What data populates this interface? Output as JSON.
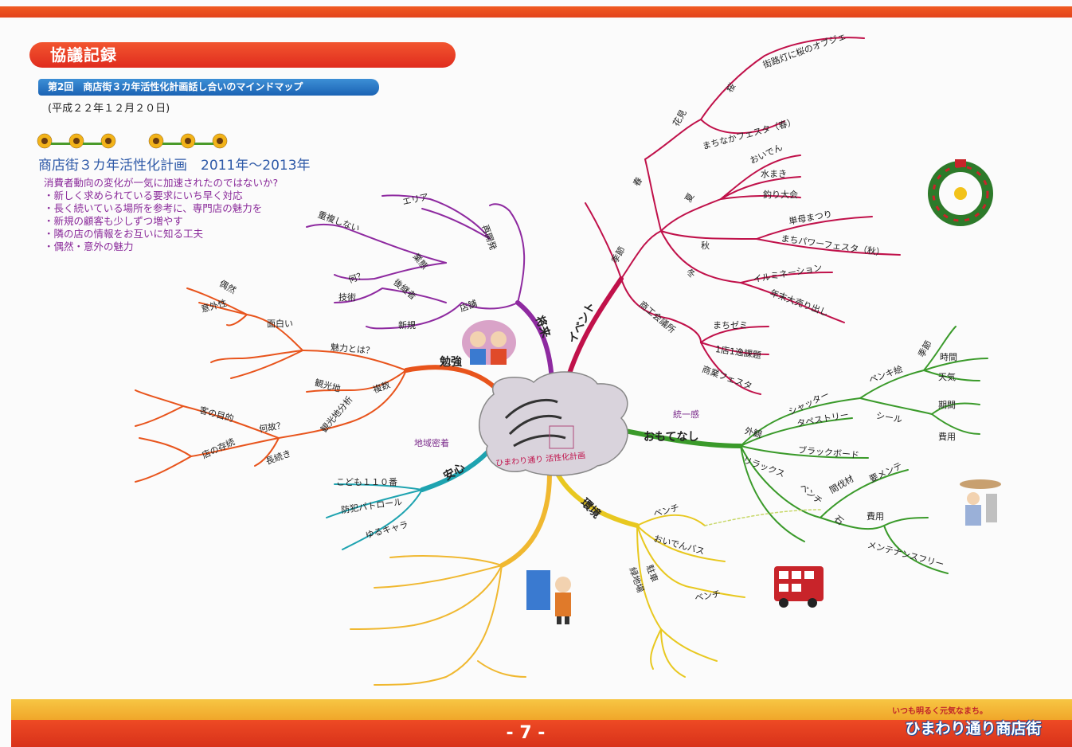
{
  "header": {
    "title": "協議記録",
    "subtitle": "第2回　商店街３カ年活性化計画話し合いのマインドマップ",
    "date": "(平成２２年１２月２０日)"
  },
  "plan": {
    "title": "商店街３カ年活性化計画　2011年〜2013年",
    "lines": [
      "消費者動向の変化が一気に加速されたのではないか?",
      "・新しく求められている要求にいち早く対応",
      "・長く続いている場所を参考に、専門店の魅力を",
      "・新規の顧客も少しずつ増やす",
      "・隣の店の情報をお互いに知る工夫",
      "・偶然・意外の魅力"
    ]
  },
  "mindmap": {
    "center": "ひまわり通り 活性化計画",
    "branches": {
      "event": "イベント",
      "future": "将来",
      "study": "勉強",
      "omotenashi": "おもてなし",
      "anshin": "安心",
      "kankyo": "環境"
    },
    "labels": {
      "sakura_obj": "街路灯に桜のオブジェ",
      "sakura": "桜",
      "hanami": "花見",
      "haru": "春",
      "machibi_fes": "まちなかフェスタ（春）",
      "oiden": "おいでん",
      "mizumaki": "水まき",
      "tsuri": "釣り大会",
      "natsu": "夏",
      "kisetsu": "季節",
      "aki": "秋",
      "tanbo": "単母まつり",
      "machi_power": "まちパワーフェスタ（秋）",
      "fuyu": "冬",
      "illumi": "イルミネーション",
      "nenmatsu": "年末大売り出し",
      "shokokai": "商工会議所",
      "machizemi": "まちゼミ",
      "ichiten": "1店1逸課題",
      "shokai_fes": "商業フェスタ",
      "area": "エリア",
      "kaihatsu": "再開発",
      "chofuku": "重複しない",
      "gyotai": "業態",
      "nani": "何？",
      "koukeisha": "後継者",
      "gijutsu": "技術",
      "tenpo": "店舗",
      "shinki": "新規",
      "guuzen": "偶然",
      "igaisei": "意外性",
      "omoshiroi": "面白い",
      "miryoku": "魅力とは？",
      "kankochi": "観光地",
      "fukusu": "複数",
      "kankochi_bunseki": "観光地分析",
      "kyaku_mokuteki": "客の目的",
      "naze": "何故？",
      "mise_sonzoku": "店の存続",
      "nagatsuzuki": "長続き",
      "chiiki_mitchaku": "地域密着",
      "kodomo": "こども１１０番",
      "bohan": "防犯パトロール",
      "yurukyara": "ゆるキャラ",
      "toitsukan": "統一感",
      "shutter": "シャッター",
      "penki": "ペンキ絵",
      "kisetsu2": "季節",
      "jikan": "時間",
      "tenki": "天気",
      "tapestry": "タペストリー",
      "seal": "シール",
      "kikan": "期間",
      "hiyou": "費用",
      "blackboard": "ブラックボード",
      "gaikan": "外観",
      "relax": "リラックス",
      "bench": "ベンチ",
      "kanbatsu": "間伐材",
      "maintenance": "要メンテ",
      "ishi": "石",
      "hiyou2": "費用",
      "mainte_free": "メンテナンスフリー",
      "bench2": "ベンチ",
      "oiden_bus": "おいでんバス",
      "chusha": "駐車",
      "ryokuchi": "緑地場",
      "bench3": "ベンチ"
    }
  },
  "footer": {
    "page": "- 7 -",
    "brand": "ひまわり通り商店街",
    "tagline": "いつも明るく元気なまち。"
  },
  "colors": {
    "top_bar": "#e3431b",
    "event": "#c0114a",
    "future": "#8e2aa0",
    "study": "#e8541c",
    "omotenashi": "#3a9a2a",
    "anshin": "#1ea3b0",
    "kankyo": "#f2c21a",
    "yellow_branch": "#f0b830"
  }
}
